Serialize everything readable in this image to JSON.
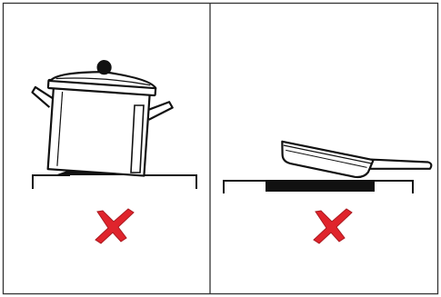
{
  "panels": [
    {
      "id": "left",
      "subject": "tall-pot-tilted-on-burner",
      "verdict": "incorrect"
    },
    {
      "id": "right",
      "subject": "pan-tilted-on-flat-hob",
      "verdict": "incorrect"
    }
  ],
  "colors": {
    "ink": "#111111",
    "frame": "#333333",
    "heating_plate": "#111111",
    "cross_mark": "#e0242c",
    "cross_mark_dark": "#a91a20",
    "background": "#ffffff"
  },
  "icons": {
    "left_cross": "red-cross-mark-icon",
    "right_cross": "red-cross-mark-icon"
  }
}
